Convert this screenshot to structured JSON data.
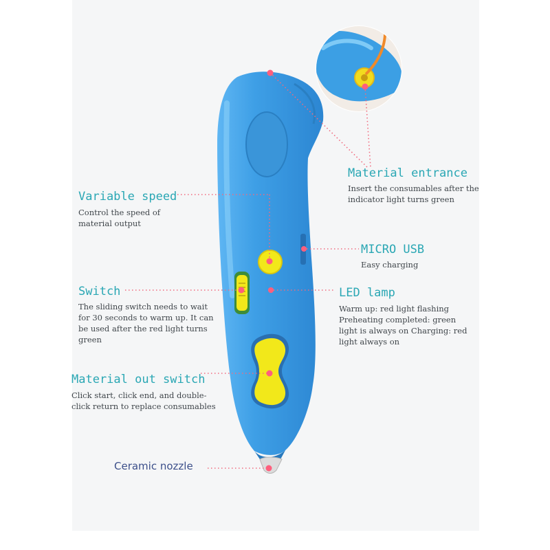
{
  "callouts": {
    "material_entrance": {
      "title": "Material entrance",
      "description": "Insert the consumables after the indicator light turns green"
    },
    "variable_speed": {
      "title": "Variable speed",
      "description": "Control the speed of material output"
    },
    "micro_usb": {
      "title": "MICRO USB",
      "description": "Easy charging"
    },
    "switch": {
      "title": "Switch",
      "description": "The sliding switch needs to wait for 30 seconds to warm up. It can be used after the red light turns green"
    },
    "led_lamp": {
      "title": "LED lamp",
      "description": "Warm up: red light flashing Preheating completed: green light is always on Charging: red light always on"
    },
    "material_out_switch": {
      "title": "Material out switch",
      "description": "Click start, click end, and double-click return to replace consumables"
    },
    "ceramic_nozzle": {
      "title": "Ceramic nozzle"
    }
  },
  "colors": {
    "pen_body": "#3e9fe6",
    "pen_highlight": "#6cc0f5",
    "button_yellow": "#f2e81a",
    "marker_pink": "#ff5f7d",
    "label_teal": "#2aa7b4",
    "nozzle_label": "#3c4f8a",
    "background_panel": "#f5f6f7"
  }
}
